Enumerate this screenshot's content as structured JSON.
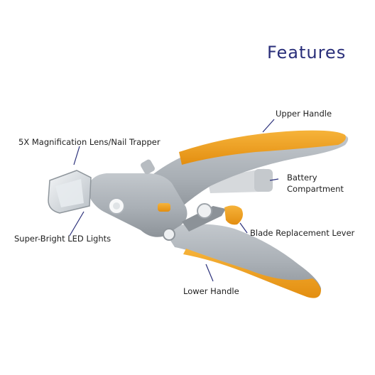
{
  "title": "Features",
  "labels": {
    "upper_handle": "Upper Handle",
    "lens": "5X Magnification Lens/Nail Trapper",
    "battery_line1": "Battery",
    "battery_line2": "Compartment",
    "led": "Super-Bright LED Lights",
    "blade": "Blade Replacement Lever",
    "lower_handle": "Lower Handle"
  },
  "colors": {
    "title": "#2a2f7a",
    "body_grey": "#a7adb3",
    "accent_orange": "#f2a11f"
  }
}
